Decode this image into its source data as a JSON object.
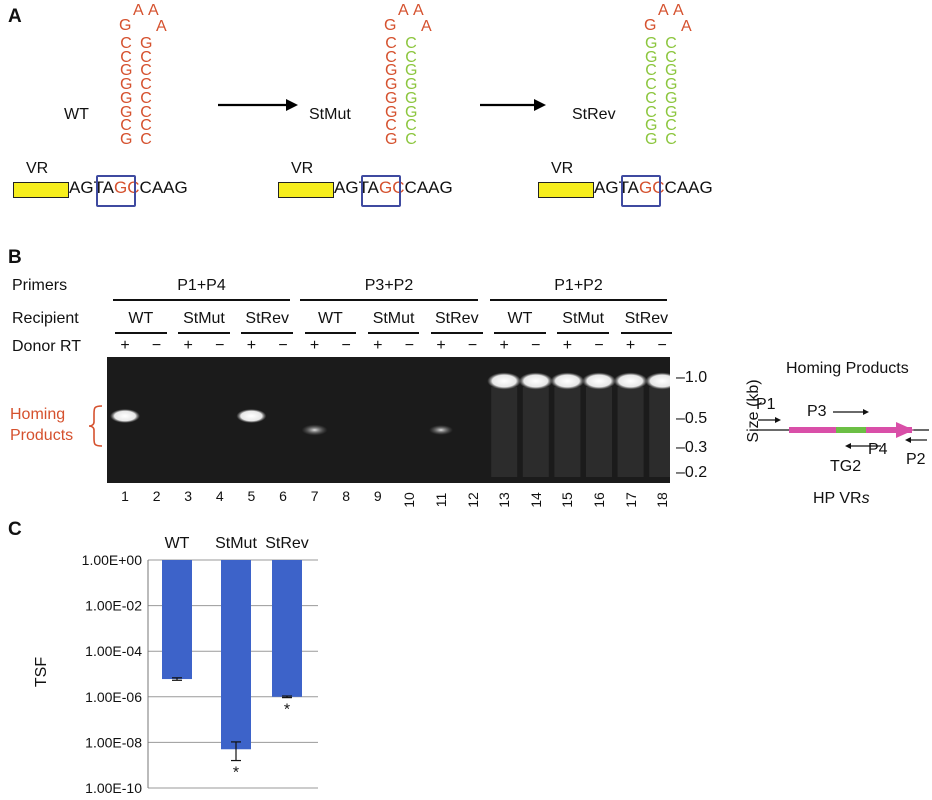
{
  "panel_a": {
    "label": "A",
    "constructs": [
      {
        "name": "WT",
        "vr": "VR",
        "seq_pre": "AG",
        "seq_box_a": "TA",
        "seq_box_g": "G",
        "seq_post_c": "C",
        "seq_post": "CAAG",
        "loop": [
          "G",
          "A",
          "A",
          "A"
        ],
        "left_stem": [
          "C",
          "C",
          "G",
          "G",
          "G",
          "G",
          "C",
          "G"
        ],
        "right_stem": [
          "G",
          "C",
          "C",
          "C",
          "C",
          "C",
          "C",
          "C"
        ],
        "left_color": "red",
        "right_color": "red"
      },
      {
        "name": "StMut",
        "vr": "VR",
        "seq_pre": "AG",
        "seq_box_a": "TA",
        "seq_box_g": "G",
        "seq_post_c": "C",
        "seq_post": "CAAG",
        "loop": [
          "G",
          "A",
          "A",
          "A"
        ],
        "left_stem": [
          "C",
          "C",
          "G",
          "G",
          "G",
          "G",
          "C",
          "G"
        ],
        "right_stem": [
          "C",
          "C",
          "G",
          "G",
          "G",
          "G",
          "C",
          "C"
        ],
        "left_color": "red",
        "right_color": "green"
      },
      {
        "name": "StRev",
        "vr": "VR",
        "seq_pre": "AG",
        "seq_box_a": "TA",
        "seq_box_g": "G",
        "seq_post_c": "C",
        "seq_post": "CAAG",
        "loop": [
          "G",
          "A",
          "A",
          "A"
        ],
        "left_stem": [
          "G",
          "G",
          "C",
          "C",
          "C",
          "C",
          "G",
          "G"
        ],
        "right_stem": [
          "C",
          "C",
          "G",
          "G",
          "G",
          "G",
          "C",
          "C"
        ],
        "left_color": "green",
        "right_color": "green"
      }
    ]
  },
  "panel_b": {
    "label": "B",
    "primers_label": "Primers",
    "recipient_label": "Recipient",
    "donor_label": "Donor RT",
    "primer_groups": [
      "P1+P4",
      "P3+P2",
      "P1+P2"
    ],
    "recipients": [
      "WT",
      "StMut",
      "StRev",
      "WT",
      "StMut",
      "StRev",
      "WT",
      "StMut",
      "StRev"
    ],
    "donor_signs": [
      "+",
      "−",
      "+",
      "−",
      "+",
      "−",
      "+",
      "−",
      "+",
      "−",
      "+",
      "−",
      "+",
      "−",
      "+",
      "−",
      "+",
      "−"
    ],
    "lane_numbers": [
      "1",
      "2",
      "3",
      "4",
      "5",
      "6",
      "7",
      "8",
      "9",
      "10",
      "11",
      "12",
      "13",
      "14",
      "15",
      "16",
      "17",
      "18"
    ],
    "homing_label_1": "Homing",
    "homing_label_2": "Products",
    "size_markers": [
      "1.0",
      "0.5",
      "0.3",
      "0.2"
    ],
    "size_axis_label": "Size (kb)",
    "schematic": {
      "title": "Homing Products",
      "p1": "P1",
      "p2": "P2",
      "p3": "P3",
      "p4": "P4",
      "tg2": "TG2",
      "caption_main": "HP VR",
      "caption_italic": "s"
    }
  },
  "panel_c": {
    "label": "C",
    "chart_data": {
      "type": "bar",
      "categories": [
        "WT",
        "StMut",
        "StRev"
      ],
      "values": [
        6e-06,
        5e-09,
        1e-06
      ],
      "error_low": [
        5.3e-06,
        1.6e-09,
        9.2e-07
      ],
      "error_high": [
        6.8e-06,
        1.05e-08,
        1.08e-06
      ],
      "significance": [
        "",
        "*",
        "*"
      ],
      "ylabel": "TSF",
      "yscale": "log",
      "ylim": [
        1e-10,
        1
      ],
      "ytick_labels": [
        "1.00E+00",
        "1.00E-02",
        "1.00E-04",
        "1.00E-06",
        "1.00E-08",
        "1.00E-10"
      ],
      "grid": true,
      "bar_color": "#3d63c9"
    }
  }
}
